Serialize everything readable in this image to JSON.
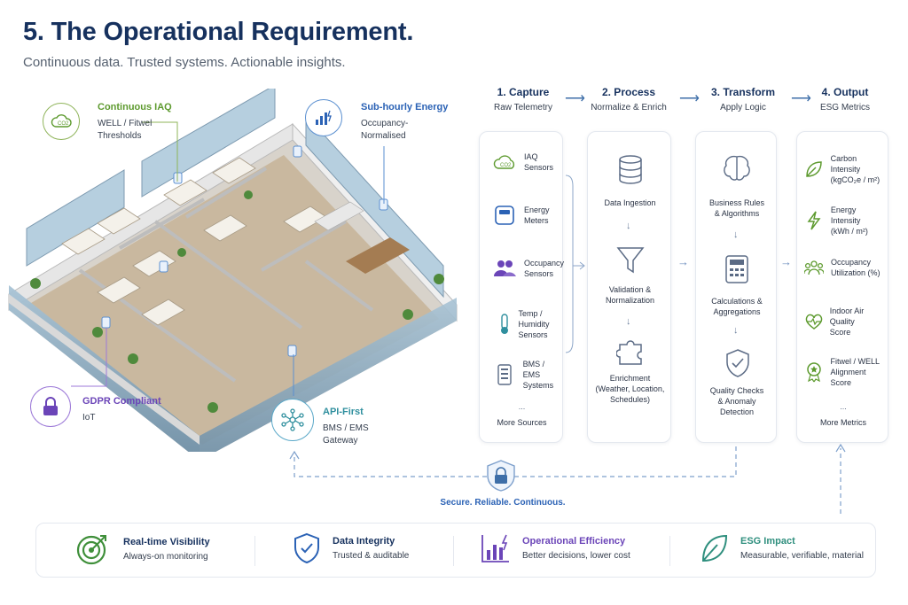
{
  "header": {
    "title": "5. The Operational Requirement.",
    "subtitle": "Continuous data. Trusted systems. Actionable insights."
  },
  "callouts": {
    "iaq": {
      "title": "Continuous IAQ",
      "line1": "WELL / Fitwel",
      "line2": "Thresholds",
      "icon": "co2-icon"
    },
    "energy": {
      "title": "Sub-hourly Energy",
      "line1": "Occupancy-",
      "line2": "Normalised",
      "icon": "energy-chart-icon"
    },
    "gdpr": {
      "title": "GDPR Compliant",
      "line1": "IoT",
      "icon": "lock-icon"
    },
    "api": {
      "title": "API-First",
      "line1": "BMS / EMS",
      "line2": "Gateway",
      "icon": "network-icon"
    }
  },
  "pipeline": {
    "steps": [
      {
        "title": "1. Capture",
        "sub": "Raw Telemetry"
      },
      {
        "title": "2. Process",
        "sub": "Normalize & Enrich"
      },
      {
        "title": "3. Transform",
        "sub": "Apply Logic"
      },
      {
        "title": "4. Output",
        "sub": "ESG Metrics"
      }
    ],
    "capture": [
      {
        "line1": "IAQ",
        "line2": "Sensors",
        "icon": "co2-cloud-icon"
      },
      {
        "line1": "Energy",
        "line2": "Meters",
        "icon": "meter-icon"
      },
      {
        "line1": "Occupancy",
        "line2": "Sensors",
        "icon": "people-icon"
      },
      {
        "line1": "Temp / Humidity",
        "line2": "Sensors",
        "icon": "thermometer-icon"
      },
      {
        "line1": "BMS / EMS",
        "line2": "Systems",
        "icon": "controller-icon"
      }
    ],
    "capture_more": "More Sources",
    "process": [
      {
        "lines": [
          "Data Ingestion"
        ],
        "icon": "database-icon"
      },
      {
        "lines": [
          "Validation &",
          "Normalization"
        ],
        "icon": "funnel-icon"
      },
      {
        "lines": [
          "Enrichment",
          "(Weather, Location,",
          "Schedules)"
        ],
        "icon": "puzzle-icon"
      }
    ],
    "transform": [
      {
        "lines": [
          "Business Rules",
          "& Algorithms"
        ],
        "icon": "brain-icon"
      },
      {
        "lines": [
          "Calculations &",
          "Aggregations"
        ],
        "icon": "calculator-icon"
      },
      {
        "lines": [
          "Quality Checks",
          "& Anomaly",
          "Detection"
        ],
        "icon": "shield-check-icon"
      }
    ],
    "output": [
      {
        "line1": "Carbon Intensity",
        "line2": "(kgCO₂e / m²)",
        "icon": "leaf-icon"
      },
      {
        "line1": "Energy Intensity",
        "line2": "(kWh / m²)",
        "icon": "bolt-icon"
      },
      {
        "line1": "Occupancy",
        "line2": "Utilization (%)",
        "icon": "group-icon"
      },
      {
        "line1": "Indoor Air Quality",
        "line2": "Score",
        "icon": "heart-pulse-icon"
      },
      {
        "line1": "Fitwel / WELL",
        "line2": "Alignment Score",
        "icon": "award-icon"
      }
    ],
    "output_more": "More Metrics",
    "more_dots": "..."
  },
  "loop": {
    "label": "Secure. Reliable. Continuous."
  },
  "footer": [
    {
      "title": "Real-time Visibility",
      "sub": "Always-on monitoring",
      "icon": "target-icon",
      "color": "#3f8f3a"
    },
    {
      "title": "Data Integrity",
      "sub": "Trusted & auditable",
      "icon": "shield-icon",
      "color": "#2b62b5"
    },
    {
      "title": "Operational Efficiency",
      "sub": "Better decisions, lower cost",
      "icon": "bar-chart-icon",
      "color": "#6b45b8"
    },
    {
      "title": "ESG Impact",
      "sub": "Measurable, verifiable, material",
      "icon": "leaf-icon",
      "color": "#2f8f7e"
    }
  ],
  "colors": {
    "green": "#5d9a2e",
    "blue": "#2b62b5",
    "purple": "#6b45b8",
    "teal": "#2f8f9e",
    "navy": "#16315e"
  }
}
